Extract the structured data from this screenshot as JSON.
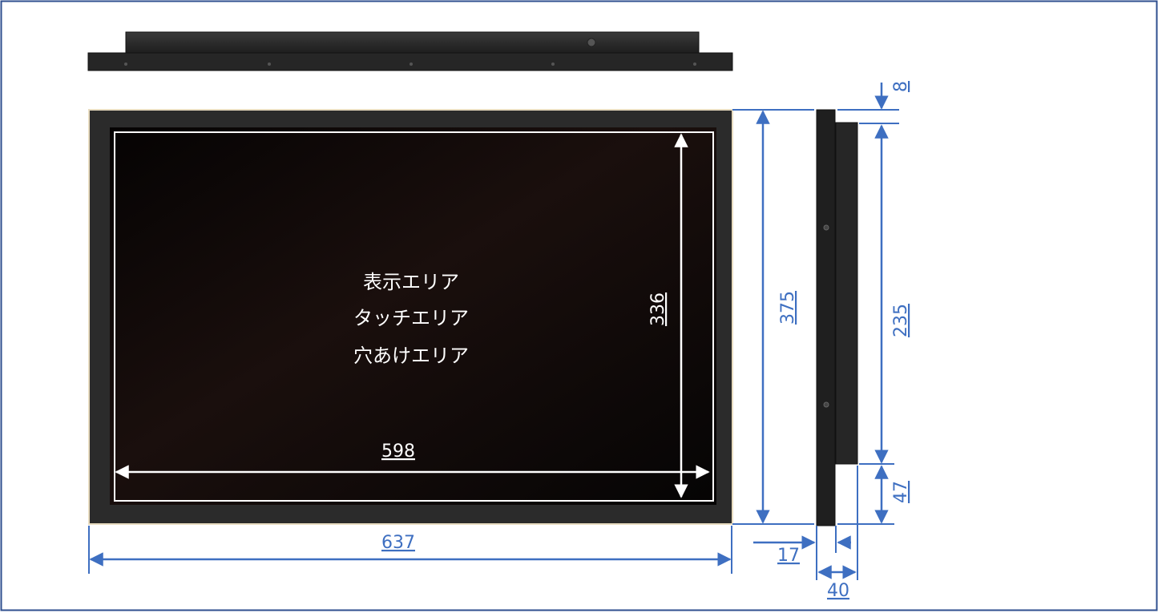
{
  "colors": {
    "frame_border": "#2f4f8f",
    "dimension_blue": "#3e6fc1",
    "bezel": "#2b2b2b",
    "screen": "#0a0707",
    "area_outline": "#ffffff"
  },
  "screen_labels": {
    "display_area": "表示エリア",
    "touch_area": "タッチエリア",
    "hole_area": "穴あけエリア"
  },
  "dimensions": {
    "area_width": "598",
    "area_height": "336",
    "overall_width": "637",
    "overall_height": "375",
    "rear_housing_height": "235",
    "top_offset": "8",
    "bottom_offset": "47",
    "bezel_depth": "17",
    "total_depth": "40"
  }
}
